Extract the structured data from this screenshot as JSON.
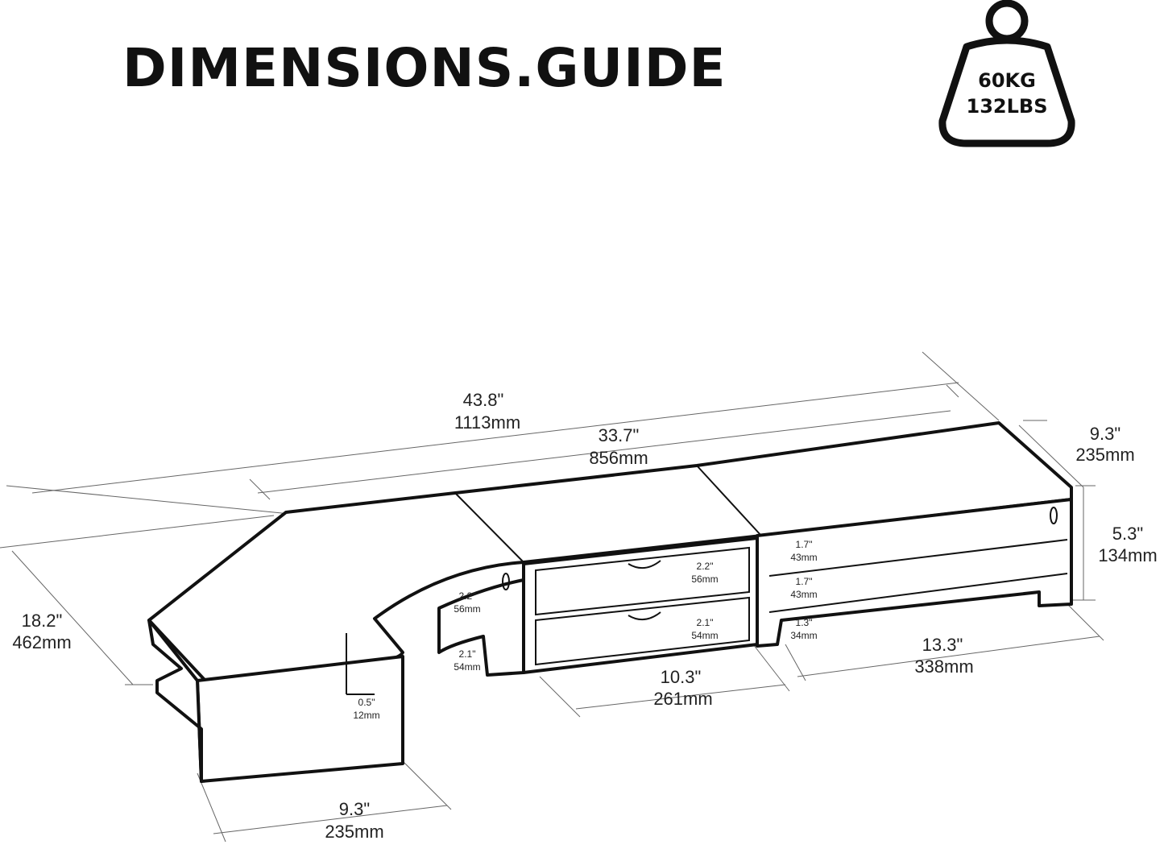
{
  "title": "DIMENSIONS.GUIDE",
  "weight_badge": {
    "kg": "60KG",
    "lbs": "132LBS"
  },
  "dims": {
    "total_width_in": "43.8\"",
    "total_width_mm": "1113mm",
    "right_width_in": "33.7\"",
    "right_width_mm": "856mm",
    "right_depth_in": "9.3\"",
    "right_depth_mm": "235mm",
    "height_in": "5.3\"",
    "height_mm": "134mm",
    "left_depth_in": "18.2\"",
    "left_depth_mm": "462mm",
    "bottom_width_in": "9.3\"",
    "bottom_width_mm": "235mm",
    "drawer_width_in": "10.3\"",
    "drawer_width_mm": "261mm",
    "shelf_width_in": "13.3\"",
    "shelf_width_mm": "338mm",
    "thickness_in": "0.5\"",
    "thickness_mm": "12mm",
    "drawer_top_h_in": "2.2\"",
    "drawer_top_h_mm": "56mm",
    "drawer_bot_h_in": "2.1\"",
    "drawer_bot_h_mm": "54mm",
    "corner_top_h_in": "2.2\"",
    "corner_top_h_mm": "56mm",
    "corner_bot_h_in": "2.1\"",
    "corner_bot_h_mm": "54mm",
    "shelf_top_h_in": "1.7\"",
    "shelf_top_h_mm": "43mm",
    "shelf_mid_h_in": "1.7\"",
    "shelf_mid_h_mm": "43mm",
    "shelf_bot_h_in": "1.3\"",
    "shelf_bot_h_mm": "34mm"
  }
}
